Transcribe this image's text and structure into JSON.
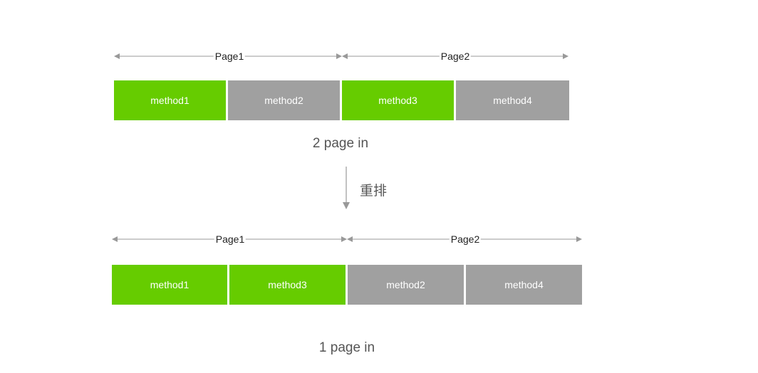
{
  "colors": {
    "loaded": "#66cc00",
    "unloaded": "#a0a0a0",
    "arrow": "#999999"
  },
  "before": {
    "pages": [
      {
        "label": "Page1"
      },
      {
        "label": "Page2"
      }
    ],
    "methods": [
      {
        "label": "method1",
        "state": "loaded"
      },
      {
        "label": "method2",
        "state": "unloaded"
      },
      {
        "label": "method3",
        "state": "loaded"
      },
      {
        "label": "method4",
        "state": "unloaded"
      }
    ],
    "caption": "2 page in"
  },
  "transition": {
    "label": "重排",
    "icon": "arrow-down-icon"
  },
  "after": {
    "pages": [
      {
        "label": "Page1"
      },
      {
        "label": "Page2"
      }
    ],
    "methods": [
      {
        "label": "method1",
        "state": "loaded"
      },
      {
        "label": "method3",
        "state": "loaded"
      },
      {
        "label": "method2",
        "state": "unloaded"
      },
      {
        "label": "method4",
        "state": "unloaded"
      }
    ],
    "caption": "1 page in"
  }
}
